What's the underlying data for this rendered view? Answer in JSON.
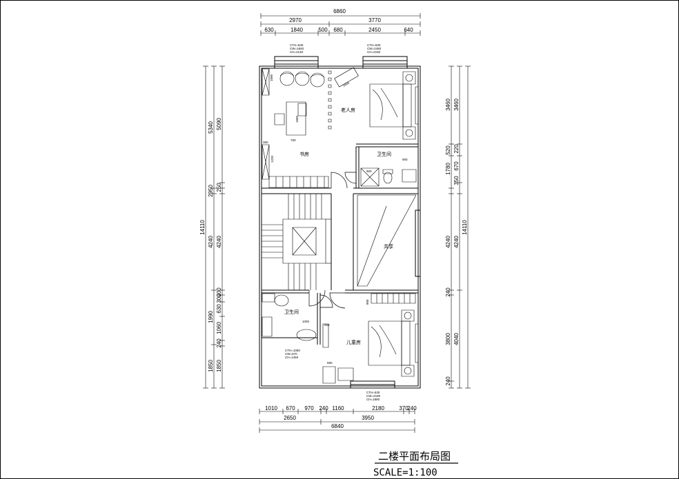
{
  "dims": {
    "top_total": "6860",
    "top_mid": [
      "2970",
      "3770"
    ],
    "top_detail": [
      "630",
      "1840",
      "500",
      "680",
      "2450",
      "640"
    ],
    "bottom_total": "6840",
    "bottom_mid": [
      "2650",
      "3950"
    ],
    "bottom_detail": [
      "1010",
      "670",
      "970",
      "240",
      "1160",
      "2180",
      "370",
      "240"
    ],
    "left_outer": "14110",
    "left_inner": [
      "5340",
      "2950",
      "4240",
      "1990",
      "1850"
    ],
    "left_detail": [
      "5090",
      "250",
      "4240",
      "200",
      "300",
      "630",
      "1060",
      "240",
      "1850"
    ],
    "right_outer": "14110",
    "right_inner": [
      "3460",
      "520",
      "1780",
      "4240",
      "240",
      "3800",
      "240"
    ],
    "right_detail": [
      "3460",
      "220",
      "670",
      "350",
      "4240",
      "4040"
    ]
  },
  "rooms": {
    "elder_room": "老人房",
    "study": "书房",
    "bathroom_top": "卫生间",
    "shared": "共享",
    "bathroom_bottom": "卫生间",
    "kids_room": "儿童房"
  },
  "furniture_dims": [
    "1000",
    "1660",
    "700",
    "350",
    "1220",
    "900",
    "900",
    "1600",
    "1000",
    "850",
    "800",
    "550"
  ],
  "window_tags": {
    "top_left": [
      "CTH=530",
      "CW=1840",
      "CH=2140"
    ],
    "top_right": [
      "CTH=530",
      "CW=2450",
      "CH=2150"
    ],
    "bottom_left": [
      "CTH=1060",
      "CW=670",
      "CH=1450"
    ],
    "bottom_right": [
      "CTH=530",
      "CW=2180",
      "CH=1880"
    ]
  },
  "title": "二楼平面布局图",
  "scale": "SCALE=1:100"
}
